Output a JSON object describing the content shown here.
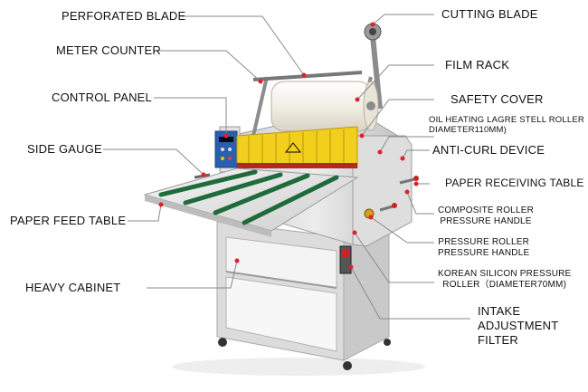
{
  "diagram": {
    "labels": {
      "perforated_blade": "PERFORATED BLADE",
      "meter_counter": "METER COUNTER",
      "control_panel": "CONTROL PANEL",
      "side_gauge": "SIDE GAUGE",
      "paper_feed_table": "PAPER FEED TABLE",
      "heavy_cabinet": "HEAVY CABINET",
      "cutting_blade": "CUTTING BLADE",
      "film_rack": "FILM RACK",
      "safety_cover": "SAFETY COVER",
      "oil_heating_roller_line1": "OIL HEATING LAGRE STELL ROLLER",
      "oil_heating_roller_line2": "DIAMETER110MM)",
      "anti_curl_device": "ANTI-CURL DEVICE",
      "paper_receiving_table": "PAPER RECEIVING TABLE",
      "composite_roller_line1": "COMPOSITE ROLLER",
      "composite_roller_line2": "PRESSURE HANDLE",
      "pressure_roller_line1": "PRESSURE ROLLER",
      "pressure_roller_line2": "PRESSURE HANDLE",
      "korean_roller_line1": "KOREAN SILICON PRESSURE",
      "korean_roller_line2": "ROLLER（DIAMETER70MM)",
      "intake_line1": "INTAKE",
      "intake_line2": "ADJUSTMENT",
      "intake_line3": "FILTER"
    },
    "colors": {
      "leader_line": "#8a8a8a",
      "marker_dot": "#e0202a",
      "machine_body": "#e7e7e7",
      "machine_shadow": "#b9b9b9",
      "safety_cover": "#f2cf1c",
      "feed_belt": "#1f6b3b",
      "film_roll": "#f3f1ea"
    }
  }
}
